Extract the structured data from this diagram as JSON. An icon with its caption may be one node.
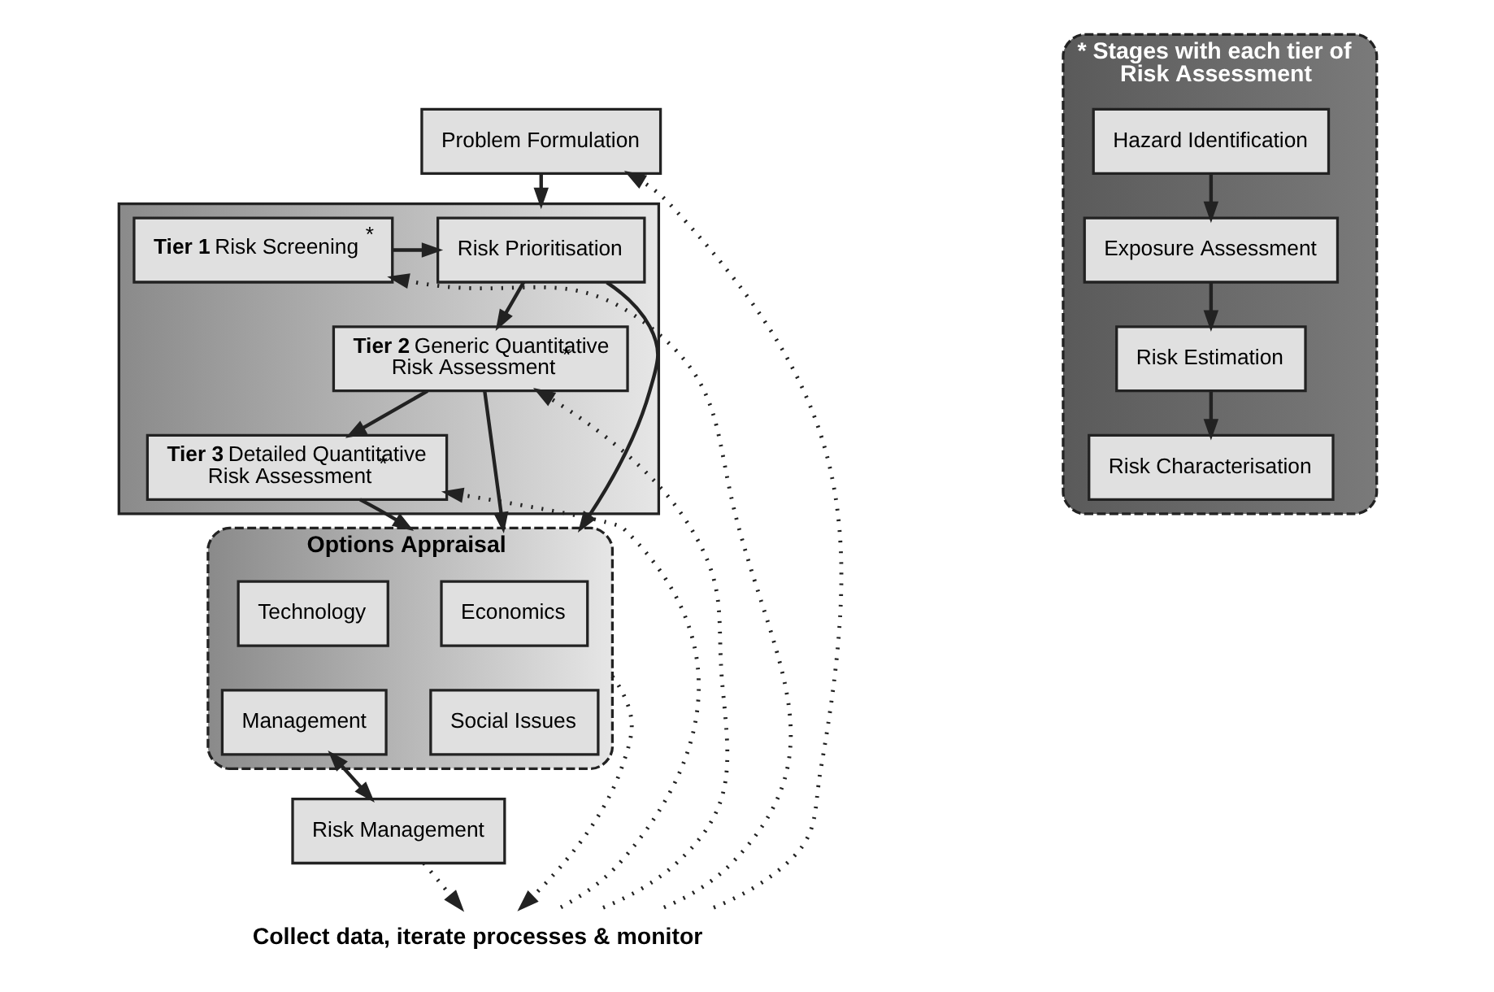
{
  "diagram": {
    "nodes": [
      {
        "text": [
          "Problem Formulation"
        ]
      },
      {
        "text": [],
        "shape": "box"
      },
      {
        "text": [
          "Risk Prioritisation"
        ],
        "in": 1
      },
      {
        "text": [
          "**Tier 1** Risk Screening $^{*}$"
        ],
        "in": 1
      },
      {
        "text": [
          "**Tier 2** Generic Quantitative Risk Assessment $^{*}$"
        ],
        "in": 1
      },
      {
        "text": [
          "**Tier 3** Detailed Quantitative Risk Assessment $^{*}$"
        ],
        "in": 1
      },
      {
        "text": [
          "* Stages with each tier of Risk Assessment"
        ]
      },
      {
        "text": [
          "Hazard Identification"
        ],
        "in": 6
      },
      {
        "text": [
          "Exposure Assessment"
        ],
        "in": 6
      },
      {
        "text": [
          "Risk Estimation"
        ],
        "in": 6
      },
      {
        "text": [
          "Risk Characterisation"
        ],
        "in": 6
      },
      {
        "text": [
          "Options Appraisal"
        ]
      },
      {
        "text": [
          "Economics"
        ],
        "in": 11
      },
      {
        "text": [
          "Technology"
        ],
        "in": 11
      },
      {
        "text": [
          "Social Issues"
        ],
        "in": 11
      },
      {
        "text": [
          "Management"
        ],
        "in": 11
      },
      {
        "text": [
          "Risk Management"
        ]
      },
      {
        "text": [
          "Collect data, iterate processes & monitor"
        ]
      }
    ],
    "edges": [
      {
        "from": 0,
        "to": 1,
        "arrow": "to"
      },
      {
        "from": 3,
        "to": 2,
        "arrow": "to"
      },
      {
        "from": 2,
        "to": 4,
        "arrow": "to"
      },
      {
        "from": 2,
        "to": 11,
        "arrow": "to"
      },
      {
        "from": 4,
        "to": 11,
        "arrow": "to"
      },
      {
        "from": 4,
        "to": 5,
        "arrow": "to"
      },
      {
        "from": 5,
        "to": 11,
        "arrow": "to"
      },
      {
        "from": 7,
        "to": 8,
        "arrow": "to"
      },
      {
        "from": 8,
        "to": 9,
        "arrow": "to"
      },
      {
        "from": 9,
        "to": 10,
        "arrow": "to"
      },
      {
        "from": 16,
        "to": 11,
        "arrow": "both"
      },
      {
        "from": 11,
        "to": 17,
        "arrow": "to",
        "style": "dashed"
      },
      {
        "from": 16,
        "to": 17,
        "arrow": "to",
        "style": "dashed"
      },
      {
        "from": 17,
        "to": 0,
        "arrow": "to",
        "style": "dashed"
      },
      {
        "from": 17,
        "to": 3,
        "arrow": "to",
        "style": "dashed"
      },
      {
        "from": 17,
        "to": 4,
        "arrow": "to",
        "style": "dashed"
      },
      {
        "from": 17,
        "to": 5,
        "arrow": "to",
        "style": "dashed"
      }
    ]
  }
}
